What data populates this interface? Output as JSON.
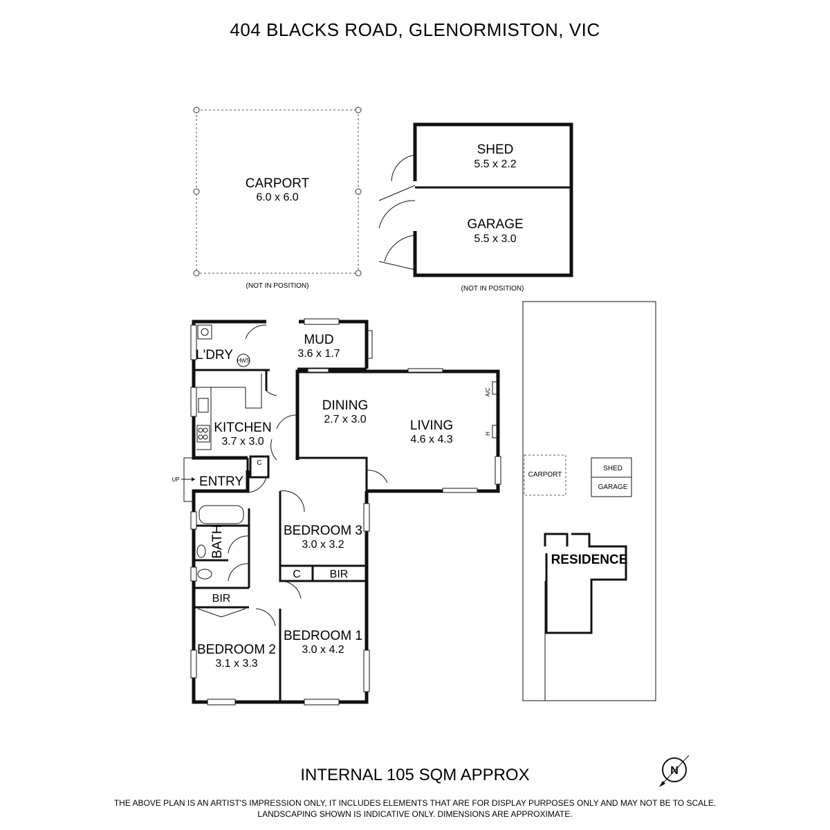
{
  "title": "404 BLACKS ROAD, GLENORMISTON, VIC",
  "outbuildings": {
    "carport": {
      "name": "CARPORT",
      "dims": "6.0 x 6.0",
      "note": "(NOT IN POSITION)"
    },
    "shed": {
      "name": "SHED",
      "dims": "5.5 x 2.2"
    },
    "garage": {
      "name": "GARAGE",
      "dims": "5.5 x 3.0",
      "note": "(NOT IN POSITION)"
    }
  },
  "rooms": {
    "laundry": {
      "name": "L'DRY",
      "fixture": "HWS"
    },
    "mud": {
      "name": "MUD",
      "dims": "3.6 x 1.7"
    },
    "kitchen": {
      "name": "KITCHEN",
      "dims": "3.7 x 3.0"
    },
    "dining": {
      "name": "DINING",
      "dims": "2.7 x 3.0"
    },
    "living": {
      "name": "LIVING",
      "dims": "4.6 x 4.3",
      "ac": "A/C",
      "heater": "H"
    },
    "entry": {
      "name": "ENTRY",
      "up": "UP",
      "cupboard": "C"
    },
    "bath": {
      "name": "BATH"
    },
    "bedroom3": {
      "name": "BEDROOM 3",
      "dims": "3.0 x 3.2",
      "cupboard": "C",
      "bir": "BIR"
    },
    "bedroom1": {
      "name": "BEDROOM 1",
      "dims": "3.0 x 4.2"
    },
    "bedroom2": {
      "name": "BEDROOM 2",
      "dims": "3.1 x 3.3",
      "bir": "BIR"
    }
  },
  "site_plan": {
    "carport": "CARPORT",
    "shed": "SHED",
    "garage": "GARAGE",
    "residence": "RESIDENCE"
  },
  "area_text": "INTERNAL 105 SQM APPROX",
  "compass": "N",
  "disclaimer": [
    "THE ABOVE PLAN IS AN ARTIST'S IMPRESSION ONLY, IT INCLUDES ELEMENTS THAT ARE FOR DISPLAY PURPOSES ONLY AND MAY NOT BE TO SCALE.",
    "LANDSCAPING SHOWN IS INDICATIVE ONLY. DIMENSIONS ARE APPROXIMATE."
  ]
}
